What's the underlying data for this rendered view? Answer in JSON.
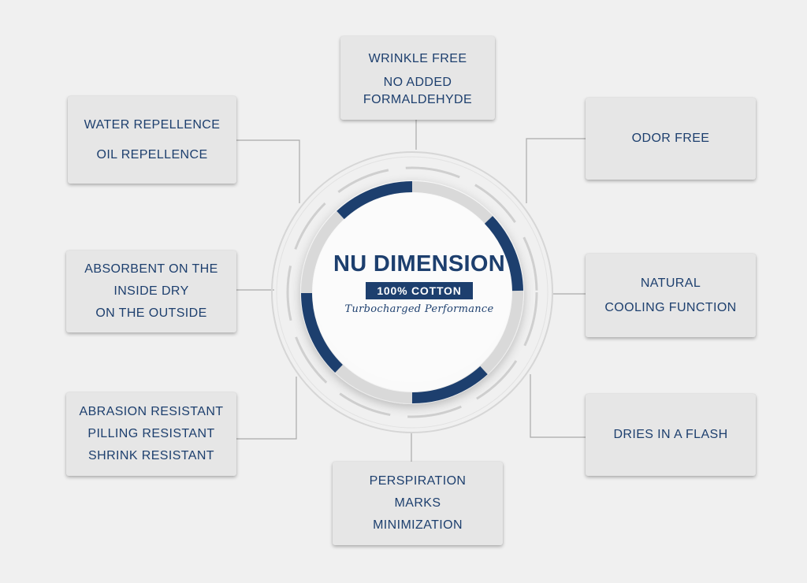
{
  "colors": {
    "navy": "#1d3f6e",
    "box": "#e6e6e6",
    "background": "#f0f0f0",
    "ring": "#dadada"
  },
  "center": {
    "title": "NU DIMENSION",
    "badge": "100% COTTON",
    "tagline": "Turbocharged Performance"
  },
  "features": {
    "wrinkle": [
      "WRINKLE FREE",
      "NO ADDED",
      "FORMALDEHYDE"
    ],
    "water": [
      "WATER REPELLENCE",
      "OIL REPELLENCE"
    ],
    "odor": [
      "ODOR FREE"
    ],
    "absorbent": [
      "ABSORBENT ON THE",
      "INSIDE DRY",
      "ON THE OUTSIDE"
    ],
    "cooling": [
      "NATURAL",
      "COOLING FUNCTION"
    ],
    "abrasion": [
      "ABRASION RESISTANT",
      "PILLING RESISTANT",
      "SHRINK RESISTANT"
    ],
    "dries": [
      "DRIES IN A FLASH"
    ],
    "perspiration": [
      "PERSPIRATION",
      "MARKS",
      "MINIMIZATION"
    ]
  }
}
